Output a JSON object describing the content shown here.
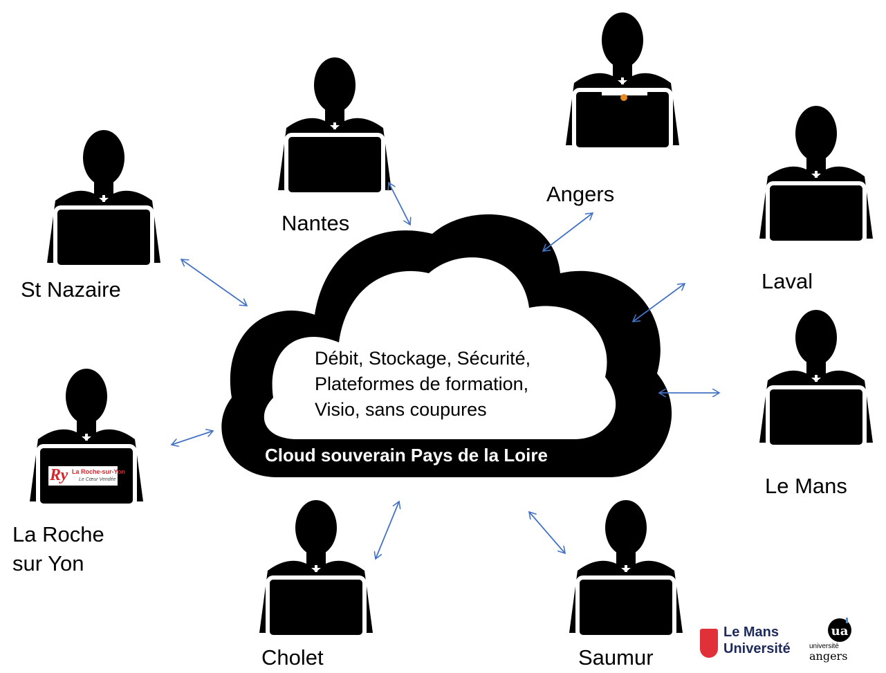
{
  "cloud": {
    "lines": [
      "Débit, Stockage, Sécurité,",
      "Plateformes de formation,",
      "Visio, sans coupures"
    ],
    "title": "Cloud souverain Pays de la Loire"
  },
  "cities": {
    "nantes": "Nantes",
    "angers": "Angers",
    "laval": "Laval",
    "le_mans": "Le Mans",
    "saumur": "Saumur",
    "cholet": "Cholet",
    "la_roche_line1": "La Roche",
    "la_roche_line2": "sur Yon",
    "st_nazaire": "St Nazaire"
  },
  "logos": {
    "le_mans_line1": "Le Mans",
    "le_mans_line2": "Université",
    "angers_line1": "université",
    "angers_line2": "angers",
    "roche_name": "La Roche-sur-Yon",
    "roche_sub": "Le Cœur Vendée"
  },
  "colors": {
    "arrow": "#4472c4",
    "silhouette": "#000000",
    "cloud_fill": "#ffffff",
    "roche_red": "#d6262c"
  }
}
